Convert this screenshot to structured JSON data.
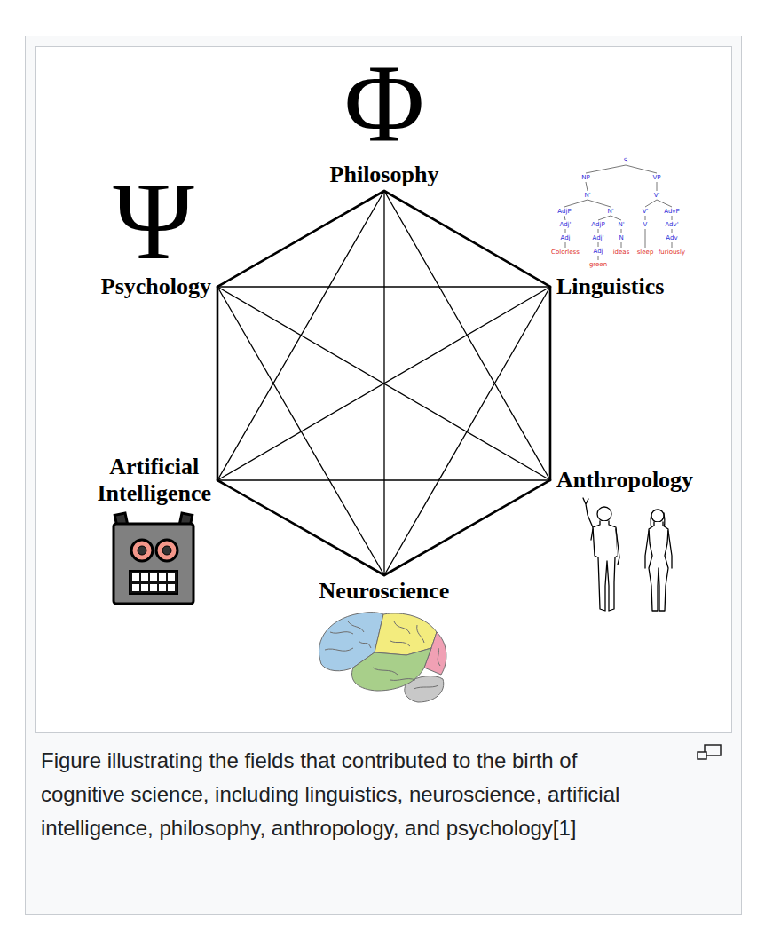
{
  "diagram": {
    "caption": "Figure illustrating the fields that contributed to the birth of cognitive science, including linguistics, neuroscience, artificial intelligence, philosophy, anthropology, and psychology[1]",
    "nodes": [
      {
        "text": [
          "Philosophy"
        ]
      },
      {
        "text": [
          "Psychology"
        ]
      },
      {
        "text": [
          "Linguistics"
        ]
      },
      {
        "text": [
          "Artificial Intelligence"
        ]
      },
      {
        "text": [
          "Anthropology"
        ]
      },
      {
        "text": [
          "Neuroscience"
        ]
      }
    ],
    "edges": [
      {
        "from": 0,
        "to": 1,
        "arrow": "none"
      },
      {
        "from": 0,
        "to": 2,
        "arrow": "none"
      },
      {
        "from": 0,
        "to": 3,
        "arrow": "none"
      },
      {
        "from": 0,
        "to": 4,
        "arrow": "none"
      },
      {
        "from": 0,
        "to": 5,
        "arrow": "none"
      },
      {
        "from": 1,
        "to": 2,
        "arrow": "none"
      },
      {
        "from": 1,
        "to": 3,
        "arrow": "none"
      },
      {
        "from": 1,
        "to": 4,
        "arrow": "none"
      },
      {
        "from": 1,
        "to": 5,
        "arrow": "none"
      },
      {
        "from": 2,
        "to": 3,
        "arrow": "none"
      },
      {
        "from": 2,
        "to": 4,
        "arrow": "none"
      },
      {
        "from": 2,
        "to": 5,
        "arrow": "none"
      },
      {
        "from": 3,
        "to": 4,
        "arrow": "none"
      },
      {
        "from": 3,
        "to": 5,
        "arrow": "none"
      },
      {
        "from": 4,
        "to": 5,
        "arrow": "none"
      }
    ],
    "labels": [
      "Φ",
      "Ψ",
      "S",
      "NP",
      "VP",
      "N'",
      "V'",
      "AdjP",
      "N'",
      "V'",
      "AdvP",
      "Adj'",
      "AdjP",
      "N'",
      "V",
      "Adv'",
      "Adj",
      "Adj'",
      "N",
      "Adv",
      "Colorless",
      "Adj",
      "ideas",
      "sleep",
      "furiously",
      "green"
    ]
  }
}
